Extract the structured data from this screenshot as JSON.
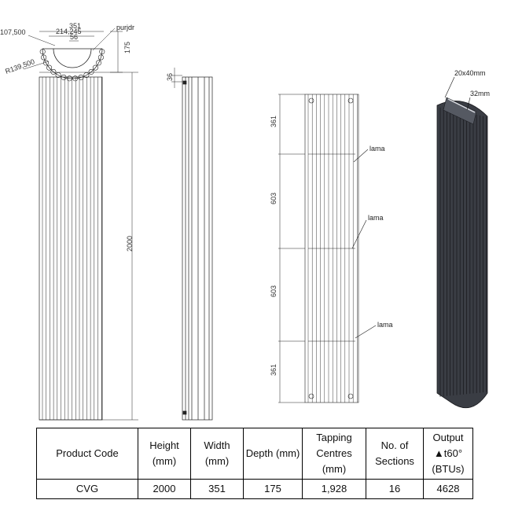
{
  "drawing": {
    "top_view_dims": {
      "width": "351",
      "inner_width": "214,245",
      "small": "56",
      "depth": "175",
      "radius_inner": "107,500",
      "radius_outer": "R139,500",
      "label": "purjdr"
    },
    "side_view_dims": {
      "offset": "36"
    },
    "front_view_dims": {
      "height": "2000"
    },
    "rear_view_dims": {
      "seg1": "361",
      "seg2": "603",
      "seg3": "603",
      "seg4": "361"
    },
    "lama_labels": [
      "lama",
      "lama",
      "lama"
    ],
    "iso_view_dims": {
      "tube": "20x40mm",
      "pipe": "32mm"
    }
  },
  "table": {
    "headers": [
      "Product Code",
      "Height (mm)",
      "Width (mm)",
      "Depth (mm)",
      "Tapping Centres (mm)",
      "No. of Sections",
      "Output ▲t60° (BTUs)"
    ],
    "rows": [
      [
        "CVG",
        "2000",
        "351",
        "175",
        "1,928",
        "16",
        "4628"
      ]
    ]
  }
}
